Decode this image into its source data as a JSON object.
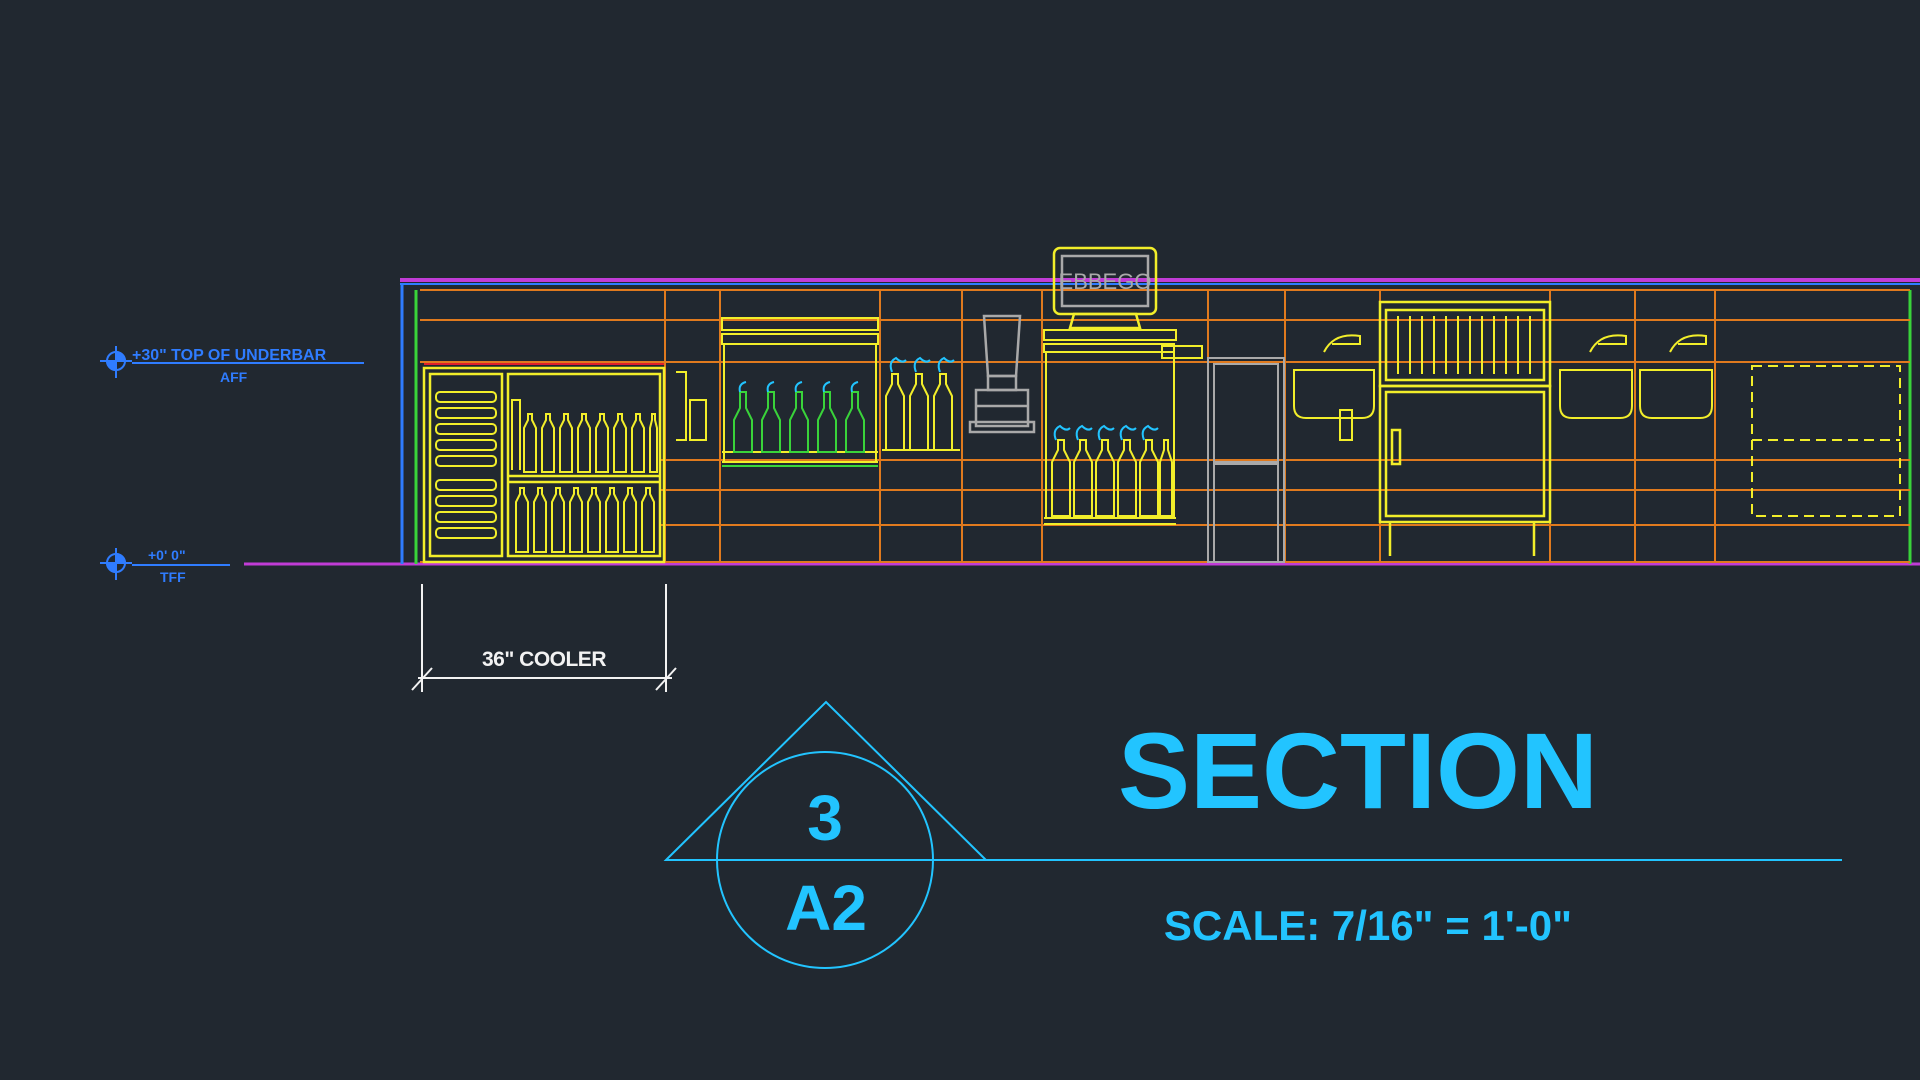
{
  "colors": {
    "background": "#212830",
    "yellow": "#f2ee2a",
    "orange": "#e07a1e",
    "green": "#39d43a",
    "cyan": "#22c4ff",
    "blue": "#2f7cff",
    "magenta": "#c13cd6",
    "white": "#f2f2f2",
    "gray": "#a9a9a9"
  },
  "levels": {
    "top_label": "+30\" TOP OF UNDERBAR",
    "top_sub": "AFF",
    "floor_label": "+0' 0\"",
    "floor_sub": "TFF"
  },
  "dimension": {
    "label": "36\" COOLER"
  },
  "register_text": "EBBEGO",
  "section_callout": {
    "number": "3",
    "sheet": "A2"
  },
  "title": {
    "text": "SECTION",
    "scale": "SCALE: 7/16\" = 1'-0\""
  },
  "icons": [
    "level-marker-icon",
    "section-marker-icon"
  ]
}
